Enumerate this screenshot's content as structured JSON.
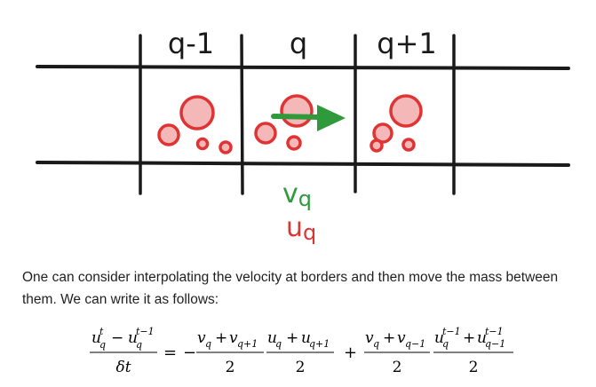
{
  "diagram": {
    "cells": [
      {
        "label": "q-1",
        "bubbles": "red-bubbles-cell-q-minus-1"
      },
      {
        "label": "q",
        "bubbles": "red-bubbles-cell-q"
      },
      {
        "label": "q+1",
        "bubbles": "red-bubbles-cell-q-plus-1"
      }
    ],
    "velocity_label": {
      "base": "v",
      "sub": "q",
      "color": "#2e9a3c"
    },
    "mass_label": {
      "base": "u",
      "sub": "q",
      "color": "#d93636"
    },
    "arrow_color": "#2e9a3c",
    "bubble_fill": "#f5b8b8",
    "bubble_stroke": "#e03434"
  },
  "text": {
    "paragraph": "One can consider interpolating the velocity at borders and then move the mass between them. We can write it as follows:"
  },
  "equation": {
    "lhs_num_a": "u",
    "lhs_num_a_sup": "t",
    "lhs_num_a_sub": "q",
    "minus": "−",
    "lhs_num_b": "u",
    "lhs_num_b_sup": "t−1",
    "lhs_num_b_sub": "q",
    "lhs_den": "δt",
    "equals": "=",
    "neg": "−",
    "f1_num": "v_q + v_{q+1}",
    "f1_num_v1": "v",
    "f1_num_sub1": "q",
    "f1_plus": "+",
    "f1_num_v2": "v",
    "f1_num_sub2": "q+1",
    "f1_den": "2",
    "f2_num_u1": "u",
    "f2_num_sub1": "q",
    "f2_plus": "+",
    "f2_num_u2": "u",
    "f2_num_sub2": "q+1",
    "f2_den": "2",
    "plus": "+",
    "f3_num_v1": "v",
    "f3_num_sub1": "q",
    "f3_plus": "+",
    "f3_num_v2": "v",
    "f3_num_sub2": "q−1",
    "f3_den": "2",
    "f4_num_u1": "u",
    "f4_num_sup1": "t−1",
    "f4_num_sub1": "q",
    "f4_plus": "+",
    "f4_num_u2": "u",
    "f4_num_sup2": "t−1",
    "f4_num_sub2": "q−1",
    "f4_den": "2"
  }
}
